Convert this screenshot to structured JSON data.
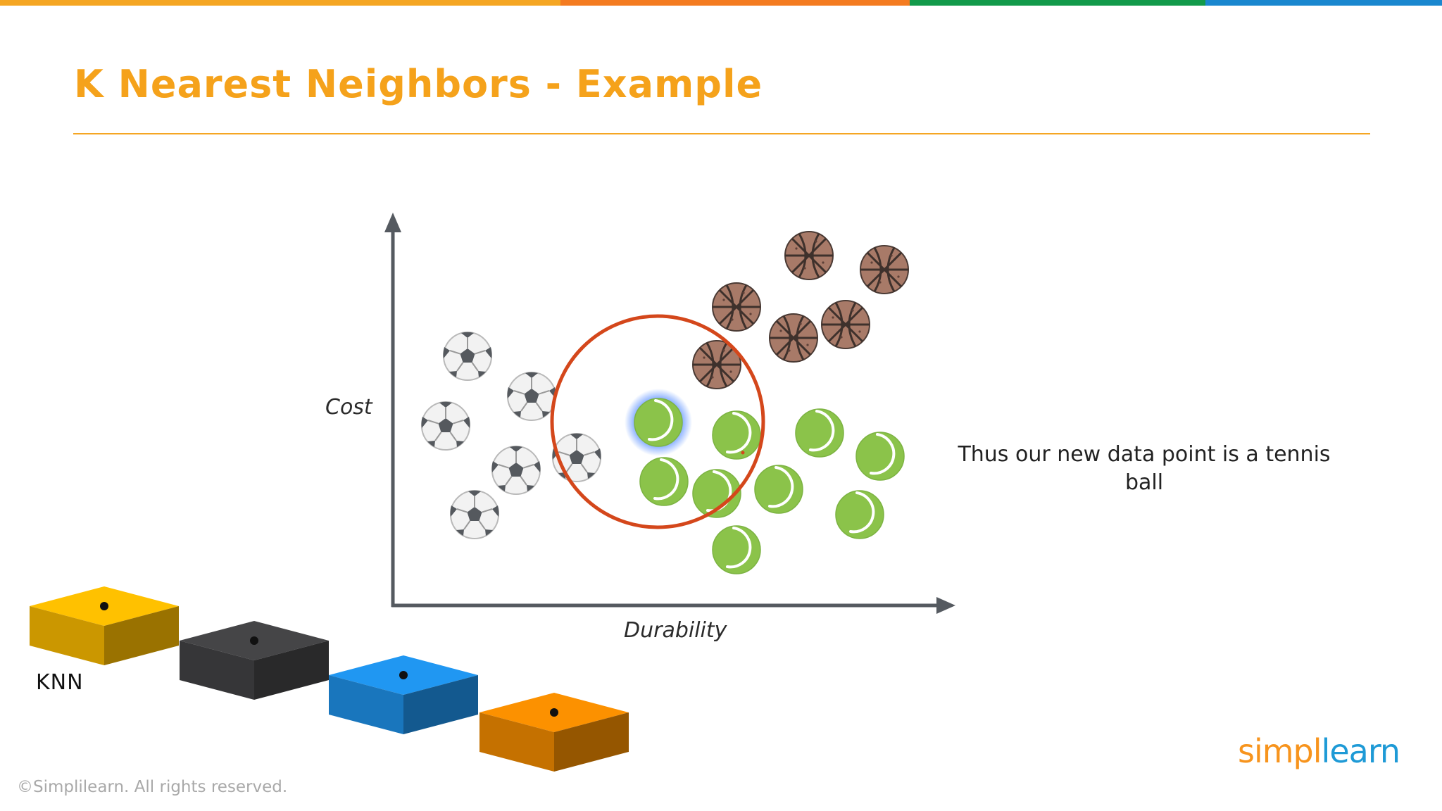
{
  "slide": {
    "title": "K Nearest Neighbors - Example",
    "conclusion": "Thus our new data point is a tennis ball",
    "knn_label": "KNN",
    "copyright": "©Simplilearn. All rights reserved."
  },
  "logo": {
    "part1": "simpl",
    "part2": "learn"
  },
  "diagram": {
    "y_label": "Cost",
    "x_label": "Durability"
  },
  "colors": {
    "title": "#f5a21b",
    "rule": "#f5a623",
    "axis": "#555a60",
    "circle": "#d4471b",
    "tennis": "#8bc34a",
    "tennis_highlight": "#3b7bff",
    "basketball": "#a87a68",
    "logo_orange": "#f7941d",
    "logo_blue": "#1e9ad6",
    "topbar": [
      "#f5a623",
      "#f47b20",
      "#129a4a",
      "#1a87cf"
    ],
    "blocks": [
      "#f8b800",
      "#424244",
      "#1e90e6",
      "#f08a00"
    ]
  }
}
